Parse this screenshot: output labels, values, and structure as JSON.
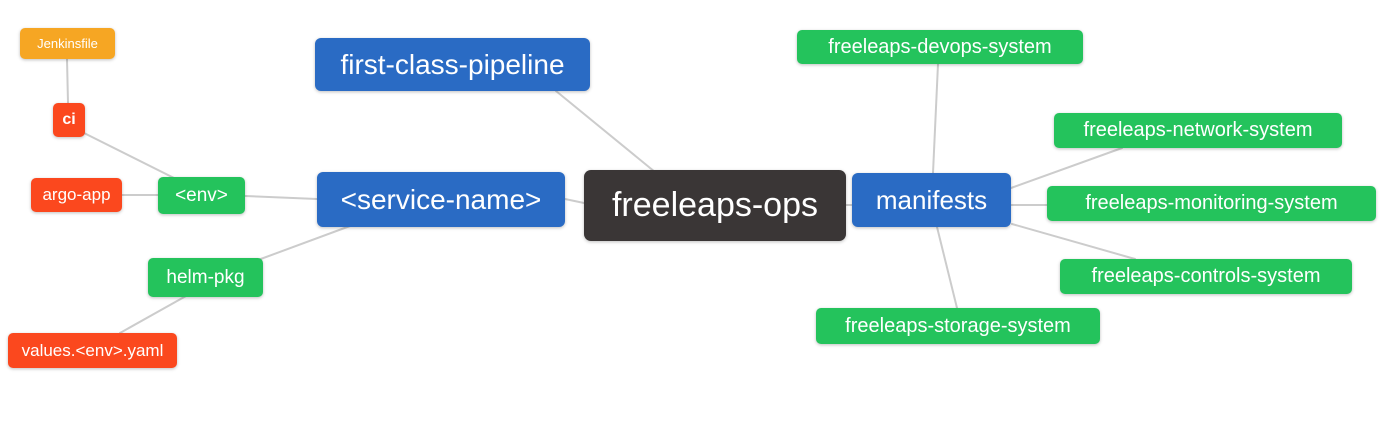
{
  "diagram": {
    "type": "mindmap",
    "background_color": "#ffffff",
    "edge_color": "#cccccc",
    "palette": {
      "root_dark": "#3a3636",
      "branch_blue": "#2a6bc4",
      "leaf_green": "#24c35c",
      "leaf_red": "#fb481e",
      "leaf_orange": "#f6a623"
    },
    "nodes": [
      {
        "id": "freeleaps-ops",
        "label": "freeleaps-ops",
        "color": "#3a3636",
        "role": "root"
      },
      {
        "id": "first-class-pipeline",
        "label": "first-class-pipeline",
        "color": "#2a6bc4",
        "role": "branch"
      },
      {
        "id": "service-name",
        "label": "<service-name>",
        "color": "#2a6bc4",
        "role": "branch"
      },
      {
        "id": "manifests",
        "label": "manifests",
        "color": "#2a6bc4",
        "role": "branch"
      },
      {
        "id": "env",
        "label": "<env>",
        "color": "#24c35c",
        "role": "sub-branch"
      },
      {
        "id": "helm-pkg",
        "label": "helm-pkg",
        "color": "#24c35c",
        "role": "sub-branch"
      },
      {
        "id": "ci",
        "label": "ci",
        "color": "#fb481e",
        "role": "leaf"
      },
      {
        "id": "argo-app",
        "label": "argo-app",
        "color": "#fb481e",
        "role": "leaf"
      },
      {
        "id": "values-env-yaml",
        "label": "values.<env>.yaml",
        "color": "#fb481e",
        "role": "leaf"
      },
      {
        "id": "jenkinsfile",
        "label": "Jenkinsfile",
        "color": "#f6a623",
        "role": "leaf"
      },
      {
        "id": "devops-system",
        "label": "freeleaps-devops-system",
        "color": "#24c35c",
        "role": "leaf"
      },
      {
        "id": "network-system",
        "label": "freeleaps-network-system",
        "color": "#24c35c",
        "role": "leaf"
      },
      {
        "id": "monitoring-system",
        "label": "freeleaps-monitoring-system",
        "color": "#24c35c",
        "role": "leaf"
      },
      {
        "id": "controls-system",
        "label": "freeleaps-controls-system",
        "color": "#24c35c",
        "role": "leaf"
      },
      {
        "id": "storage-system",
        "label": "freeleaps-storage-system",
        "color": "#24c35c",
        "role": "leaf"
      }
    ],
    "edges": [
      {
        "from": "jenkinsfile",
        "to": "ci"
      },
      {
        "from": "ci",
        "to": "env"
      },
      {
        "from": "argo-app",
        "to": "env"
      },
      {
        "from": "env",
        "to": "service-name"
      },
      {
        "from": "first-class-pipeline",
        "to": "freeleaps-ops"
      },
      {
        "from": "helm-pkg",
        "to": "service-name"
      },
      {
        "from": "values-env-yaml",
        "to": "helm-pkg"
      },
      {
        "from": "service-name",
        "to": "freeleaps-ops"
      },
      {
        "from": "freeleaps-ops",
        "to": "manifests"
      },
      {
        "from": "manifests",
        "to": "devops-system"
      },
      {
        "from": "manifests",
        "to": "network-system"
      },
      {
        "from": "manifests",
        "to": "monitoring-system"
      },
      {
        "from": "manifests",
        "to": "controls-system"
      },
      {
        "from": "manifests",
        "to": "storage-system"
      }
    ]
  }
}
